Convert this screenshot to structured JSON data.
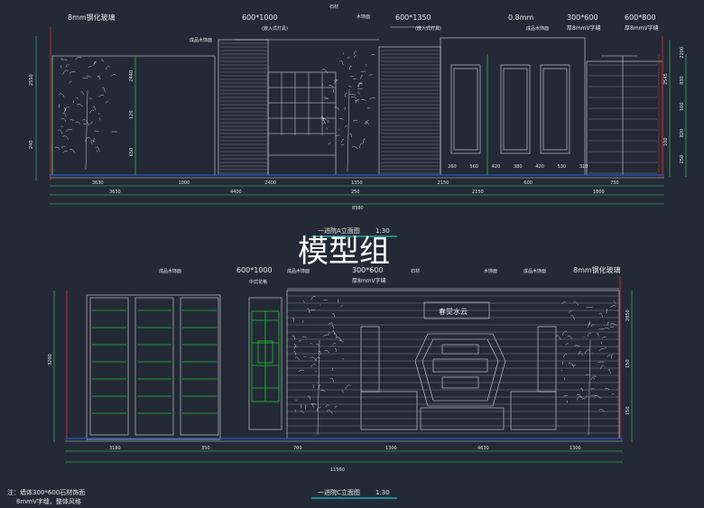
{
  "colors": {
    "background": "#232a36",
    "linework": "#d9d9d9",
    "dimension": "#3fd46a",
    "accent_red": "#e02828",
    "accent_blue": "#2a56c8",
    "lattice": "#21c23a",
    "title_underline": "#17c4c4"
  },
  "top_elevation": {
    "title": "一进院A立面图",
    "scale": "1:30",
    "labels": {
      "glass_left": "8mm钢化玻璃",
      "tile_a": "600*1000",
      "tile_b": "600*1350",
      "glass_mid": "0.8mm",
      "tile_c": "300*600",
      "tile_c_sub": "厚8mmV字缝",
      "tile_d": "600*800",
      "tile_d_sub": "厚8mmV字缝",
      "sub_a": "(嵌入式灯具)",
      "sub_b": "(嵌入式灯具)",
      "note_a": "成品木饰面",
      "note_b": "成品木饰面",
      "note_c": "木饰面",
      "note_d": "石材"
    },
    "dims_lower": [
      "3630",
      "1000",
      "2400",
      "1350",
      "2150",
      "600",
      "750"
    ],
    "dims_lower2": [
      "3630",
      "4400",
      "250",
      "2150",
      "1800"
    ],
    "dims_inner": [
      "260",
      "560",
      "420",
      "380",
      "420",
      "530",
      "310"
    ],
    "total": "8380",
    "vert_left": [
      "2550",
      "240"
    ],
    "vert_center": [
      "2440",
      "120",
      "650"
    ],
    "vert_right": [
      "2200",
      "830",
      "100",
      "820",
      "250"
    ],
    "vert_right2": [
      "2545",
      "100"
    ]
  },
  "watermark": "模型组",
  "bottom_elevation": {
    "title": "一进院C立面图",
    "scale": "1:30",
    "labels": {
      "tile_a": "600*1000",
      "tile_b": "300*600",
      "tile_b_sub": "厚8mmV字缝",
      "glass": "8mm钢化玻璃",
      "sign": "春觉水云",
      "note_left": "成品木饰面",
      "note_lattice": "中式花格",
      "note_b": "成品木饰面",
      "note_c": "石材",
      "note_d": "木饰面",
      "note_e": "成品木饰面"
    },
    "dims_lower": [
      "3180",
      "350",
      "700",
      "1300",
      "4630",
      "1300"
    ],
    "total": "11560",
    "vert_left": [
      "3200"
    ],
    "vert_right": [
      "2850",
      "150",
      "150"
    ]
  },
  "footnote": {
    "line1": "注：墙体300*600石材饰面",
    "line2": "8mmV字缝，整体风格"
  }
}
